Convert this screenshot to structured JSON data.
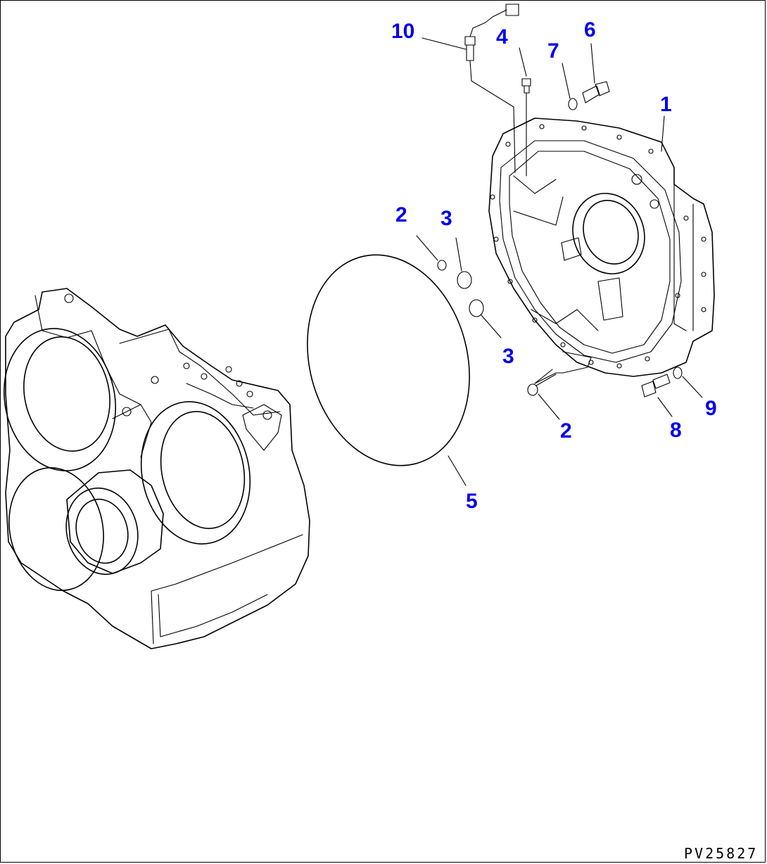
{
  "drawing_code": "PV25827",
  "callout_color": "#0000ee",
  "callouts": [
    {
      "label": "1"
    },
    {
      "label": "2"
    },
    {
      "label": "3"
    },
    {
      "label": "4"
    },
    {
      "label": "5"
    },
    {
      "label": "6"
    },
    {
      "label": "7"
    },
    {
      "label": "8"
    },
    {
      "label": "9"
    },
    {
      "label": "10"
    },
    {
      "label": "2"
    },
    {
      "label": "3"
    }
  ]
}
